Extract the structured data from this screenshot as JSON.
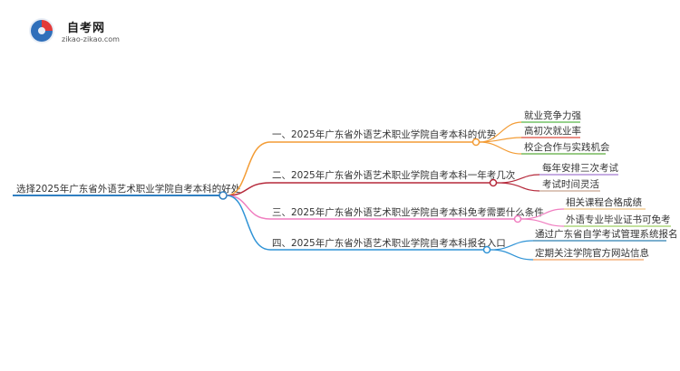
{
  "logo": {
    "name": "自考网",
    "site": "zikao-zikao.com"
  },
  "mindmap": {
    "root": "选择2025年广东省外语艺术职业学院自考本科的好处",
    "branches": [
      {
        "label": "一、2025年广东省外语艺术职业学院自考本科的优势",
        "color": "#f39c35",
        "children": [
          "就业竞争力强",
          "高初次就业率",
          "校企合作与实践机会"
        ]
      },
      {
        "label": "二、2025年广东省外语艺术职业学院自考本科一年考几次",
        "color": "#b5283a",
        "children": [
          "每年安排三次考试",
          "考试时间灵活"
        ]
      },
      {
        "label": "三、2025年广东省外语艺术职业学院自考本科免考需要什么条件",
        "color": "#f07ec0",
        "children": [
          "相关课程合格成绩",
          "外语专业毕业证书可免考"
        ]
      },
      {
        "label": "四、2025年广东省外语艺术职业学院自考本科报名入口",
        "color": "#2f93d6",
        "children": [
          "通过广东省自学考试管理系统报名",
          "定期关注学院官方网站信息"
        ]
      }
    ],
    "child_colors": [
      [
        "#58b847",
        "#d94b3c",
        "#5aaa3a"
      ],
      [
        "#a57bd1",
        "#c7a490"
      ],
      [
        "#f0c27f",
        "#9fcf63"
      ],
      [
        "#2c7fb0",
        "#f2a062"
      ]
    ],
    "root_color": "#2f7fc1"
  }
}
